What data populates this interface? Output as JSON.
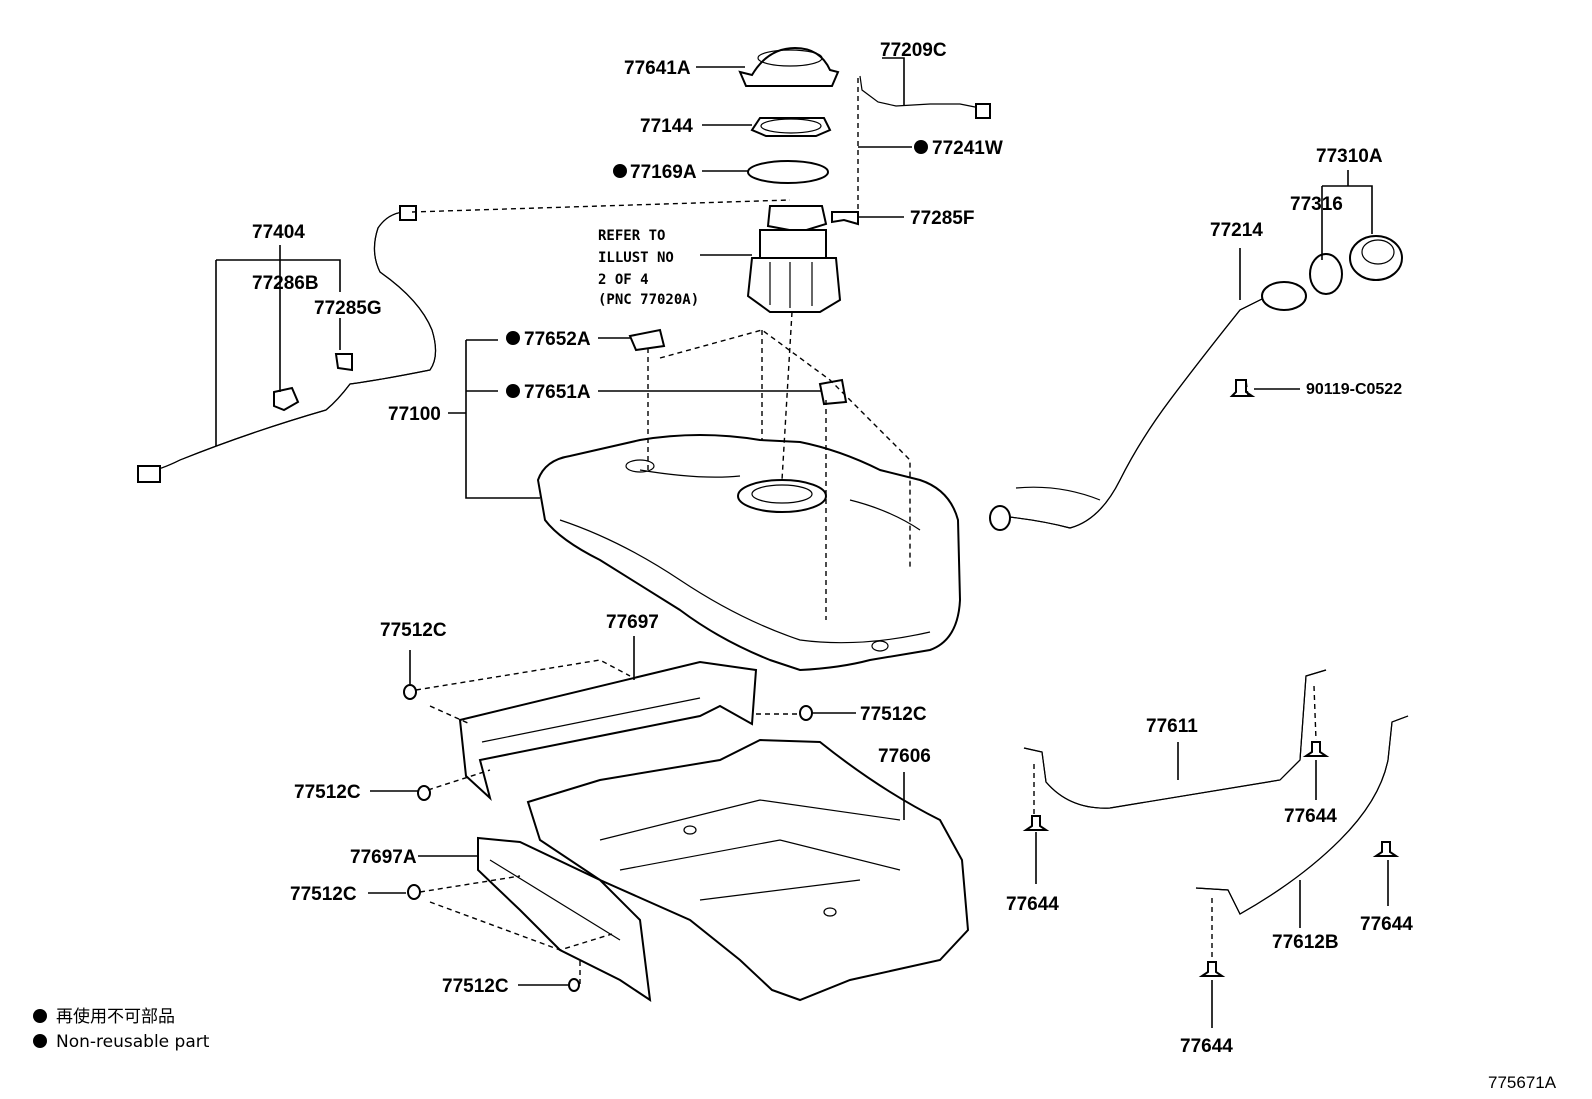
{
  "callouts": {
    "p77641A": "77641A",
    "p77209C": "77209C",
    "p77144": "77144",
    "p77241W": "77241W",
    "p77169A": "77169A",
    "p77285F": "77285F",
    "p77404": "77404",
    "p77286B": "77286B",
    "p77285G": "77285G",
    "p77652A": "77652A",
    "p77651A": "77651A",
    "p77100": "77100",
    "p77310A": "77310A",
    "p77316": "77316",
    "p77214": "77214",
    "p90119": "90119-C0522",
    "p77512C_a": "77512C",
    "p77697": "77697",
    "p77512C_b": "77512C",
    "p77606": "77606",
    "p77512C_c": "77512C",
    "p77697A": "77697A",
    "p77512C_d": "77512C",
    "p77512C_e": "77512C",
    "p77611": "77611",
    "p77644_a": "77644",
    "p77644_b": "77644",
    "p77612B": "77612B",
    "p77644_c": "77644",
    "p77644_d": "77644"
  },
  "refer_note": {
    "line1": "REFER TO",
    "line2": "ILLUST NO",
    "line3": "2 OF 4",
    "line4": "(PNC 77020A)"
  },
  "legend": {
    "jp": "再使用不可部品",
    "en": "Non-reusable part"
  },
  "illustration_id": "775671A"
}
